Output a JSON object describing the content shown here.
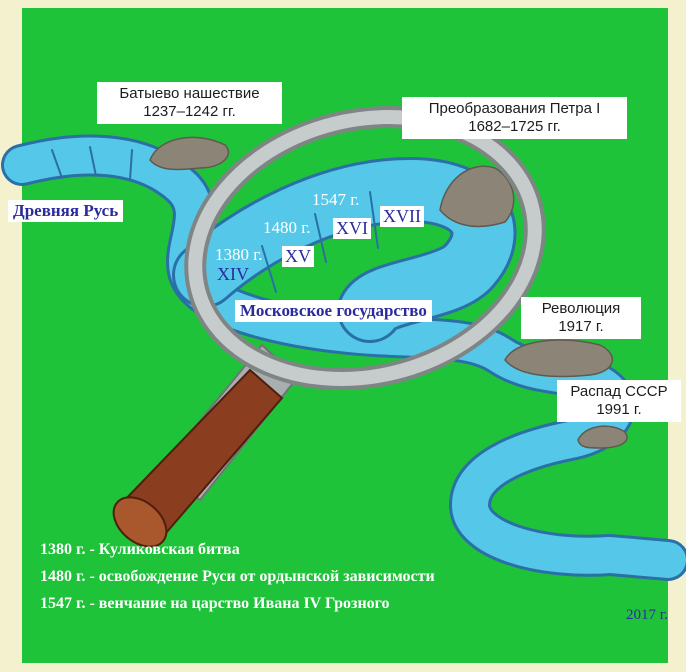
{
  "colors": {
    "background": "#1fc33a",
    "frame": "#f4f1cf",
    "river": "#55c8ea",
    "river_stripe": "#2a6fa6",
    "lens_rim": "#a9aeae",
    "handle": "#8b3d1f",
    "rock": "#8c8577",
    "tag_text": "#2b2c9c"
  },
  "labels": {
    "batu_title": "Батыево нашествие",
    "batu_years": "1237–1242 гг.",
    "peter_title": "Преобразования Петра I",
    "peter_years": "1682–1725 гг.",
    "ancient_rus": "Древняя Русь",
    "moscow_state": "Московское государство",
    "revolution_title": "Революция",
    "revolution_year": "1917 г.",
    "ussr_title": "Распад СССР",
    "ussr_year": "1991 г."
  },
  "river_marks": {
    "y1380": "1380 г.",
    "y1480": "1480 г.",
    "y1547": "1547 г.",
    "c14": "XIV",
    "c15": "XV",
    "c16": "XVI",
    "c17": "XVII"
  },
  "legend": [
    "1380 г. - Куликовская битва",
    "1480 г. - освобождение Руси от ордынской зависимости",
    "1547 г. - венчание на царство Ивана IV Грозного"
  ],
  "footer_year": "2017 г."
}
